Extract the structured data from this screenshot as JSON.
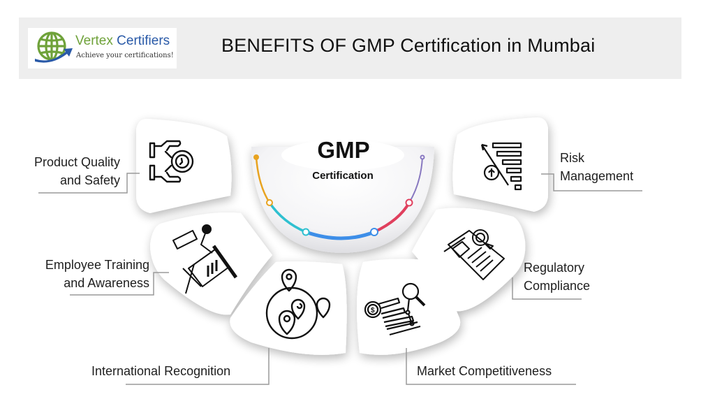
{
  "header": {
    "logo": {
      "brand_part1": "Vertex",
      "brand_part2": "Certifiers",
      "tagline": "Achieve your certifications!",
      "icon": "globe-arrow-icon",
      "colors": {
        "green": "#6fa23a",
        "blue": "#2a5aa8"
      }
    },
    "title": "BENEFITS OF GMP Certification in Mumbai",
    "background": "#eeeeee"
  },
  "center": {
    "title": "GMP",
    "subtitle": "Certification",
    "arc_colors": [
      "#e8a320",
      "#2fc0d0",
      "#3d8ee8",
      "#e0405e",
      "#8878c0"
    ]
  },
  "benefits": [
    {
      "id": "product-quality",
      "line1": "Product Quality",
      "line2": "and Safety",
      "icon": "hands-award-badge-icon"
    },
    {
      "id": "employee-training",
      "line1": "Employee Training",
      "line2": "and Awareness",
      "icon": "presenter-chart-board-icon"
    },
    {
      "id": "international-recognition",
      "line1": "International Recognition",
      "line2": "",
      "icon": "globe-location-pins-icon"
    },
    {
      "id": "market-competitiveness",
      "line1": "Market Competitiveness",
      "line2": "",
      "icon": "dollar-bars-magnifier-icon"
    },
    {
      "id": "regulatory-compliance",
      "line1": "Regulatory",
      "line2": "Compliance",
      "icon": "document-box-seal-icon"
    },
    {
      "id": "risk-management",
      "line1": "Risk",
      "line2": "Management",
      "icon": "dollar-descending-bars-arrow-icon"
    }
  ]
}
